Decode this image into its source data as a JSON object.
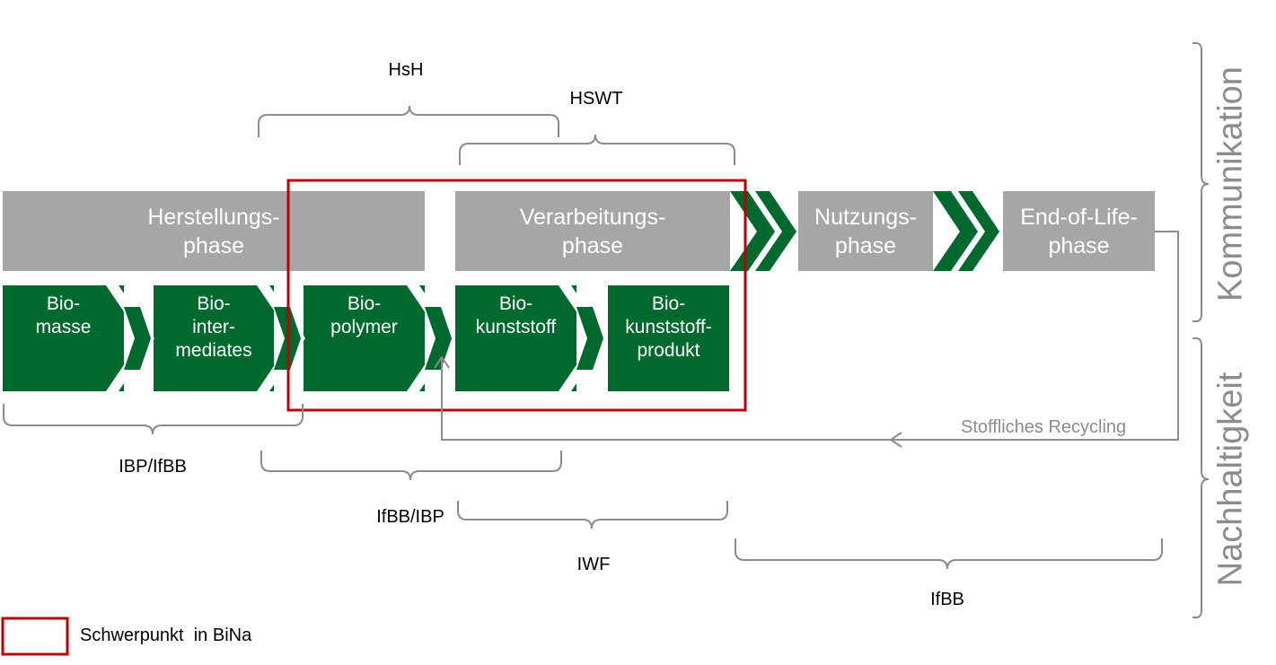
{
  "colors": {
    "phase_gray": "#a6a6a6",
    "step_green": "#006a2e",
    "focus_red": "#c00000",
    "line_gray": "#8c8c8c"
  },
  "phases": [
    {
      "id": "herstellung",
      "text": "Herstellungs-\nphase"
    },
    {
      "id": "verarbeitung",
      "text": "Verarbeitungs-\nphase"
    },
    {
      "id": "nutzung",
      "text": "Nutzungs-\nphase"
    },
    {
      "id": "endoflife",
      "text": "End-of-Life-\nphase"
    }
  ],
  "steps": [
    {
      "id": "biomasse",
      "text": "Bio-\nmasse"
    },
    {
      "id": "biointermediates",
      "text": "Bio-\ninter-\nmediates"
    },
    {
      "id": "biopolymer",
      "text": "Bio-\npolymer"
    },
    {
      "id": "biokunststoff",
      "text": "Bio-\nkunststoff"
    },
    {
      "id": "biokunststoffprodukt",
      "text": "Bio-\nkunststoff-\nprodukt"
    }
  ],
  "brackets": {
    "hsh": "HsH",
    "hswt": "HSWT",
    "ibp_ifbb": "IBP/IfBB",
    "ifbb_ibp": "IfBB/IBP",
    "iwf": "IWF",
    "ifbb": "IfBB"
  },
  "recycling_label": "Stoffliches Recycling",
  "side_labels": {
    "top": "Kommunikation",
    "bottom": "Nachhaltigkeit"
  },
  "legend": {
    "label": "Schwerpunkt  in BiNa"
  }
}
